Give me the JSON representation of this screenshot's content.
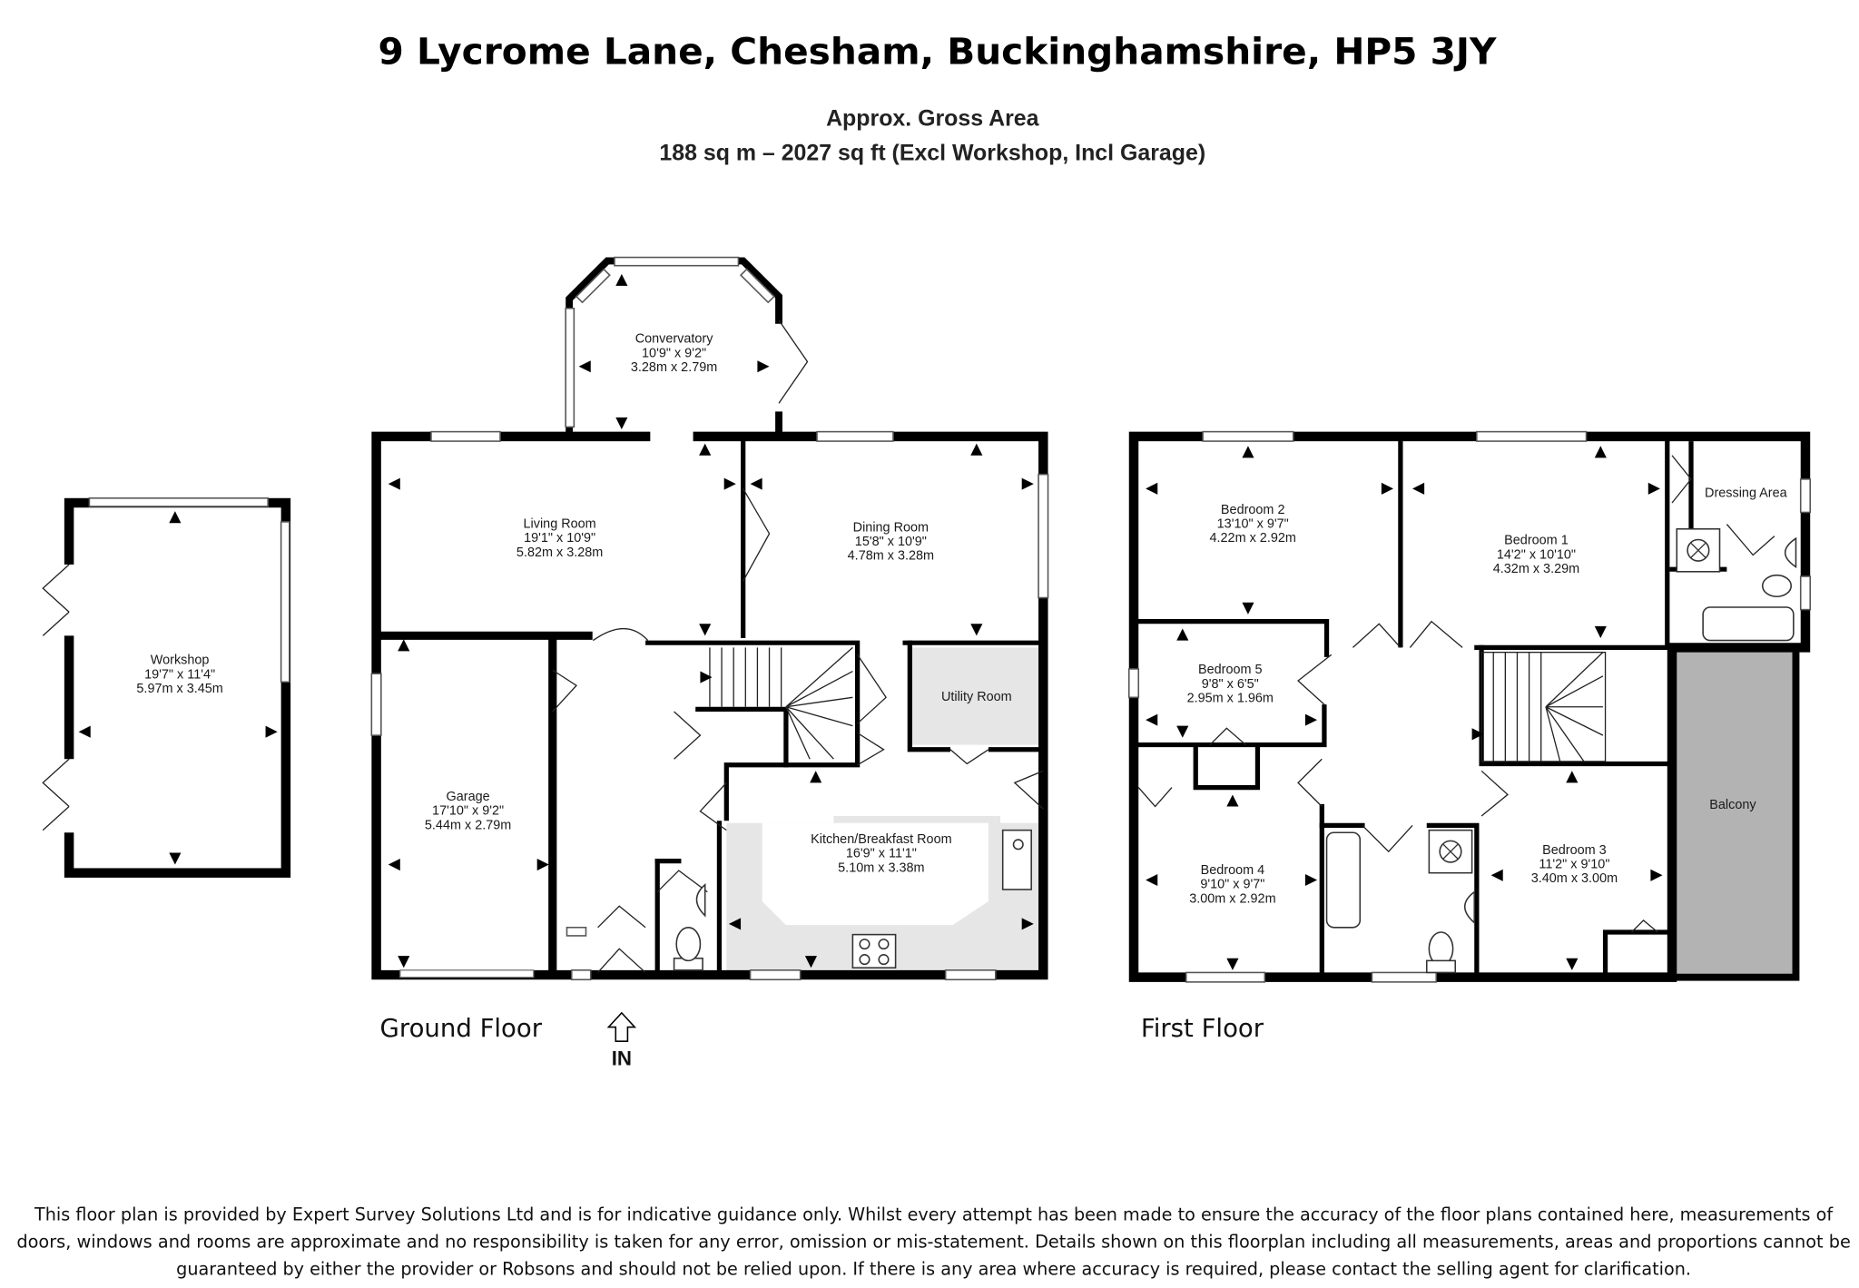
{
  "header": {
    "address": "9 Lycrome Lane, Chesham, Buckinghamshire, HP5 3JY",
    "area_title": "Approx. Gross Area",
    "area_detail": "188 sq m – 2027 sq ft (Excl Workshop, Incl Garage)"
  },
  "floors": {
    "ground": "Ground Floor",
    "first": "First Floor",
    "entrance": "IN"
  },
  "rooms": {
    "workshop": {
      "name": "Workshop",
      "imperial": "19'7\"  x 11'4\"",
      "metric": "5.97m  x 3.45m"
    },
    "conservatory": {
      "name": "Convervatory",
      "imperial": "10'9\"  x 9'2\"",
      "metric": "3.28m  x 2.79m"
    },
    "living": {
      "name": "Living Room",
      "imperial": "19'1\"  x 10'9\"",
      "metric": "5.82m  x 3.28m"
    },
    "dining": {
      "name": "Dining Room",
      "imperial": "15'8\"  x 10'9\"",
      "metric": "4.78m  x 3.28m"
    },
    "garage": {
      "name": "Garage",
      "imperial": "17'10\"  x 9'2\"",
      "metric": "5.44m  x 2.79m"
    },
    "utility": {
      "name": "Utility Room"
    },
    "kitchen": {
      "name": "Kitchen/Breakfast Room",
      "imperial": "16'9\"  x 11'1\"",
      "metric": "5.10m  x 3.38m"
    },
    "bedroom2": {
      "name": "Bedroom 2",
      "imperial": "13'10\"  x 9'7\"",
      "metric": "4.22m  x 2.92m"
    },
    "bedroom1": {
      "name": "Bedroom 1",
      "imperial": "14'2\"  x 10'10\"",
      "metric": "4.32m  x 3.29m"
    },
    "dressing": {
      "name": "Dressing Area"
    },
    "bedroom5": {
      "name": "Bedroom 5",
      "imperial": "9'8\"  x 6'5\"",
      "metric": "2.95m  x 1.96m"
    },
    "bedroom4": {
      "name": "Bedroom 4",
      "imperial": "9'10\"  x 9'7\"",
      "metric": "3.00m  x 2.92m"
    },
    "bedroom3": {
      "name": "Bedroom 3",
      "imperial": "11'2\"  x 9'10\"",
      "metric": "3.40m  x 3.00m"
    },
    "balcony": {
      "name": "Balcony"
    }
  },
  "disclaimer": {
    "line1": "This floor plan is provided by Expert Survey Solutions Ltd and is for indicative guidance only. Whilst every attempt has been made to ensure the accuracy of the floor plans contained here, measurements of",
    "line2": "doors, windows and rooms are approximate and no responsibility is taken for any error, omission or mis-statement. Details shown on this floorplan including all measurements, areas and proportions cannot be",
    "line3": "guaranteed by either the provider or Robsons and should not be relied upon.  If there is any area where accuracy is required, please contact the selling agent for clarification."
  },
  "colors": {
    "wall": "#000000",
    "kitchen_floor": "#e6e6e6",
    "balcony_fill": "#b3b3b3"
  }
}
